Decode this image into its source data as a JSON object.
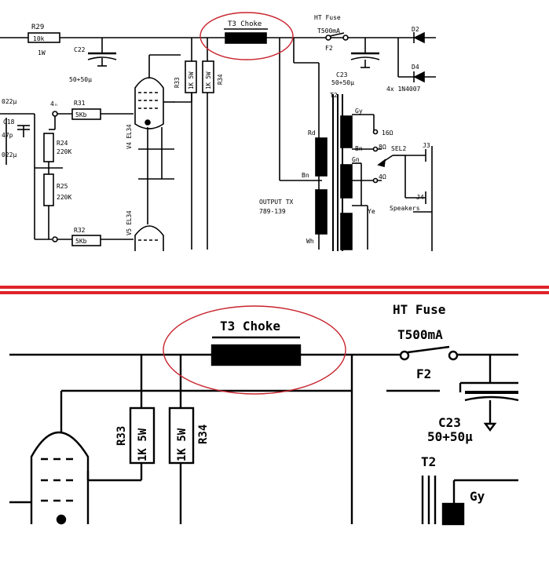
{
  "colors": {
    "ink": "#000000",
    "highlight": "#c8232c",
    "background": "#ffffff",
    "divider": "#e0232b"
  },
  "top": {
    "r29": "R29",
    "r29_val": "10k",
    "r29_w": "1W",
    "ht_fuse": "HT Fuse",
    "fuse_rating": "T500mA",
    "f2": "F2",
    "choke": "T3 Choke",
    "d2": "D2",
    "d4": "D4",
    "diodes": "4x 1N4007",
    "c22": "C22",
    "c22_val": "50+50μ",
    "c23": "C23",
    "c23_val": "50+50μ",
    "r33": "R33",
    "r33_val": "1K 5W",
    "r34": "R34",
    "r34_val": "1K 5W",
    "c_022a": "022μ",
    "c_022b": "022μ",
    "c18": "C18",
    "c47p": "47p",
    "n4": "4ₙ",
    "r31": "R31",
    "r31_val": "5Kb",
    "r32": "R32",
    "r32_val": "5Kb",
    "r24": "R24",
    "r24_val": "220K",
    "r25": "R25",
    "r25_val": "220K",
    "v4": "V4 EL34",
    "v5": "V5 EL34",
    "t2": "T2",
    "rd": "Rd",
    "bn": "Bn",
    "wh": "Wh",
    "gy": "Gy",
    "gn": "Gn",
    "ye": "Ye",
    "bn2": "Bn",
    "tap16": "16Ω",
    "tap8": "8Ω",
    "tap4": "4Ω",
    "sel2": "SEL2",
    "j3": "J3",
    "j4": "J4",
    "speakers": "Speakers",
    "output_tx": "OUTPUT TX",
    "output_tx_num": "789-139"
  },
  "bottom": {
    "ht_fuse": "HT Fuse",
    "fuse_rating": "T500mA",
    "f2": "F2",
    "choke": "T3 Choke",
    "c23": "C23",
    "c23_val": "50+50μ",
    "r33": "R33",
    "r33_val": "1K 5W",
    "r34": "R34",
    "r34_val": "1K 5W",
    "t2": "T2",
    "gy": "Gy"
  }
}
